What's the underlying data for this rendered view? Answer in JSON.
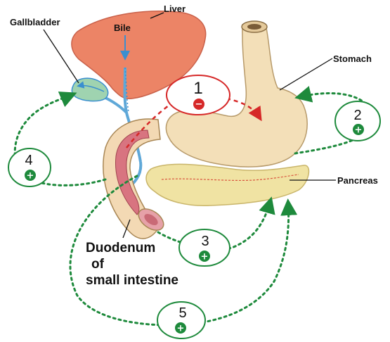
{
  "labels": {
    "liver": "Liver",
    "bile": "Bile",
    "gallbladder": "Gallbladder",
    "stomach": "Stomach",
    "pancreas": "Pancreas",
    "duodenum_line1": "Duodenum",
    "duodenum_line2": "of",
    "duodenum_line3": "small intestine"
  },
  "pathways": [
    {
      "number": "1",
      "sign": "−",
      "effect": "inhibit"
    },
    {
      "number": "2",
      "sign": "+",
      "effect": "stimulate"
    },
    {
      "number": "3",
      "sign": "+",
      "effect": "stimulate"
    },
    {
      "number": "4",
      "sign": "+",
      "effect": "stimulate"
    },
    {
      "number": "5",
      "sign": "+",
      "effect": "stimulate"
    }
  ],
  "colors": {
    "inhibit": "#d62828",
    "stimulate": "#1e8a3c",
    "liver": "#ec8466",
    "stomach": "#f3dfb8",
    "pancreas": "#f0e3a3",
    "duodenum": "#f3d9b4",
    "bile": "#3a8fd0"
  }
}
